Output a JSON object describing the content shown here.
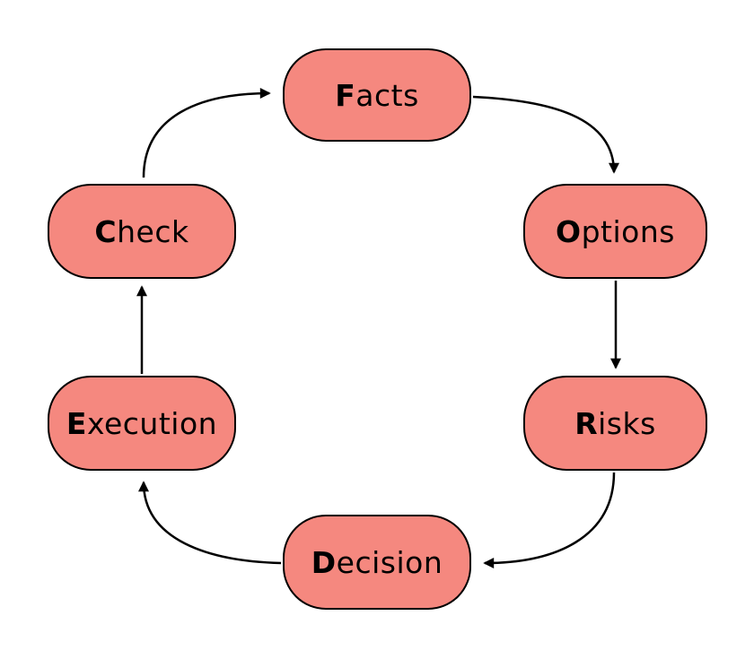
{
  "diagram": {
    "nodes": [
      {
        "id": "facts",
        "label": "Facts",
        "first": "F",
        "rest": "acts"
      },
      {
        "id": "options",
        "label": "Options",
        "first": "O",
        "rest": "ptions"
      },
      {
        "id": "risks",
        "label": "Risks",
        "first": "R",
        "rest": "isks"
      },
      {
        "id": "decision",
        "label": "Decision",
        "first": "D",
        "rest": "ecision"
      },
      {
        "id": "execution",
        "label": "Execution",
        "first": "E",
        "rest": "xecution"
      },
      {
        "id": "check",
        "label": "Check",
        "first": "C",
        "rest": "heck"
      }
    ],
    "edges": [
      {
        "from": "facts",
        "to": "options"
      },
      {
        "from": "options",
        "to": "risks"
      },
      {
        "from": "risks",
        "to": "decision"
      },
      {
        "from": "decision",
        "to": "execution"
      },
      {
        "from": "execution",
        "to": "check"
      },
      {
        "from": "check",
        "to": "facts"
      }
    ],
    "colors": {
      "node_fill": "#f5887f",
      "node_border": "#000000",
      "arrow": "#000000",
      "background": "#ffffff"
    }
  }
}
